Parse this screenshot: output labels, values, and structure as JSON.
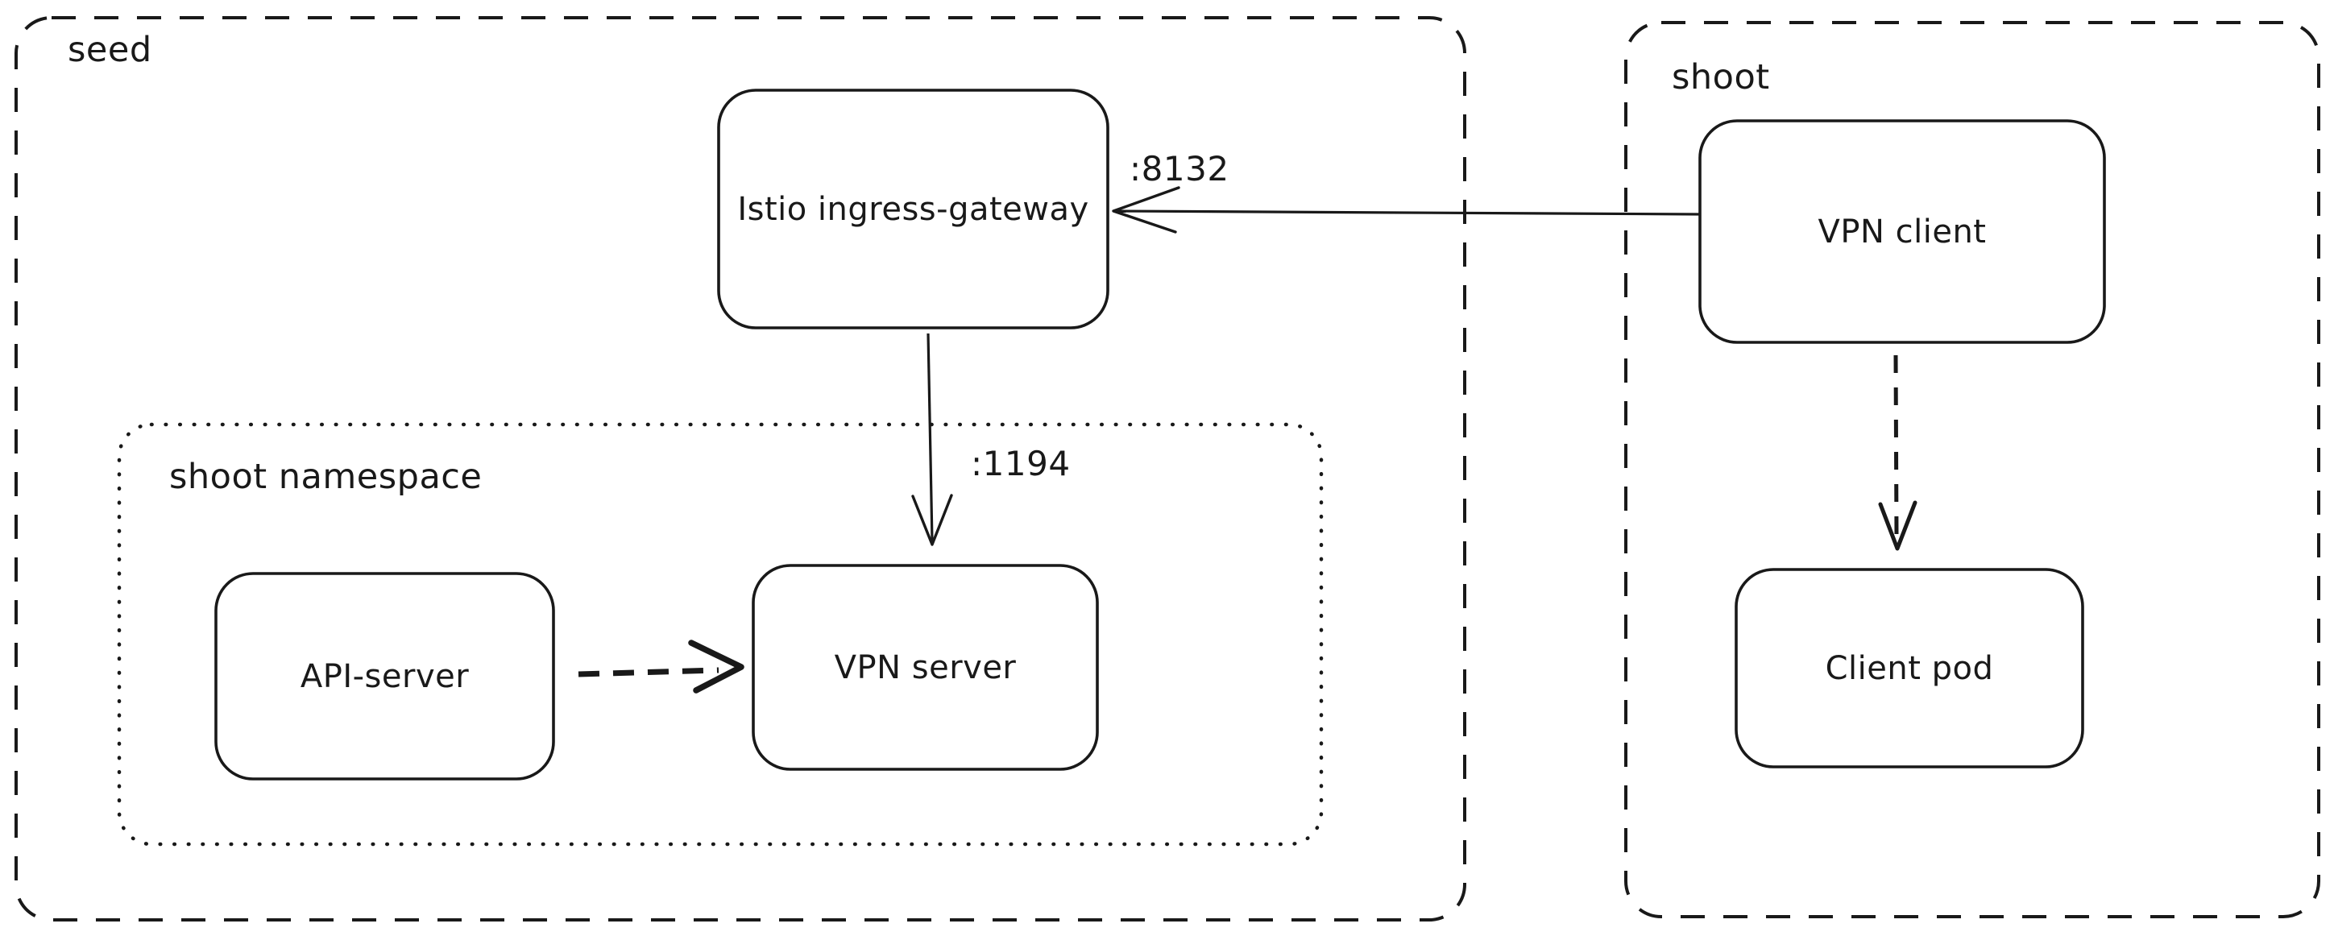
{
  "diagram": {
    "type": "architecture-diagram",
    "background": "#ffffff",
    "ink": "#191919",
    "containers": {
      "seed": {
        "label": "seed",
        "border_style": "dashed"
      },
      "shoot_namespace": {
        "label": "shoot namespace",
        "border_style": "dotted"
      },
      "shoot": {
        "label": "shoot",
        "border_style": "dashed"
      }
    },
    "nodes": {
      "istio_ingress_gateway": {
        "label": "Istio ingress-gateway",
        "container": "seed"
      },
      "api_server": {
        "label": "API-server",
        "container": "shoot namespace"
      },
      "vpn_server": {
        "label": "VPN server",
        "container": "shoot namespace"
      },
      "vpn_client": {
        "label": "VPN client",
        "container": "shoot"
      },
      "client_pod": {
        "label": "Client pod",
        "container": "shoot"
      }
    },
    "edges": [
      {
        "from": "VPN client",
        "to": "Istio ingress-gateway",
        "style": "solid",
        "label": ":8132"
      },
      {
        "from": "Istio ingress-gateway",
        "to": "VPN server",
        "style": "solid",
        "label": ":1194"
      },
      {
        "from": "API-server",
        "to": "VPN server",
        "style": "dashed",
        "label": ""
      },
      {
        "from": "VPN client",
        "to": "Client pod",
        "style": "dashed",
        "label": ""
      }
    ]
  }
}
